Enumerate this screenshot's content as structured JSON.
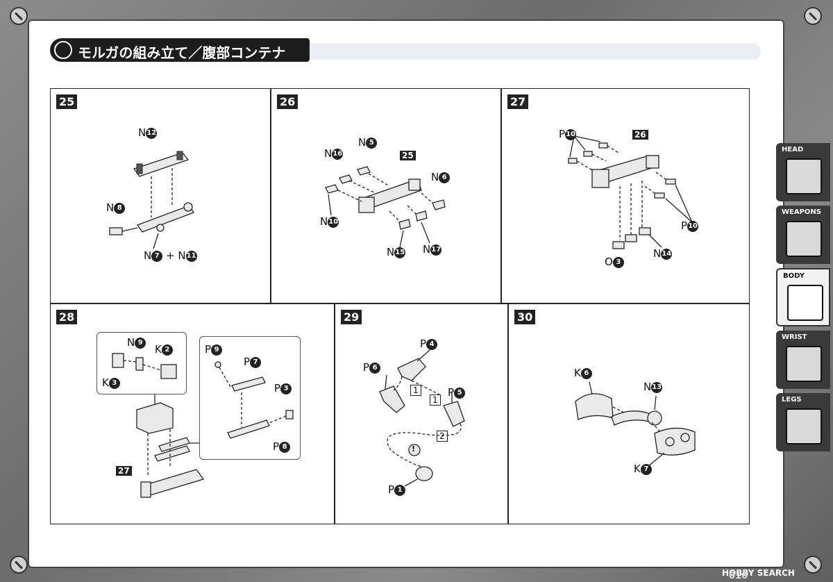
{
  "header": {
    "title": "モルガの組み立て／腹部コンテナ"
  },
  "steps": [
    {
      "num": "25",
      "labels": [
        {
          "prefix": "N",
          "num": "12"
        },
        {
          "prefix": "N",
          "num": "8"
        },
        {
          "prefix": "N",
          "num": "7",
          "plus": "+",
          "prefix2": "N",
          "num2": "11"
        }
      ]
    },
    {
      "num": "26",
      "ref": "25",
      "labels": [
        {
          "prefix": "N",
          "num": "16"
        },
        {
          "prefix": "N",
          "num": "5"
        },
        {
          "prefix": "N",
          "num": "6"
        },
        {
          "prefix": "N",
          "num": "10"
        },
        {
          "prefix": "N",
          "num": "15"
        },
        {
          "prefix": "N",
          "num": "17"
        }
      ]
    },
    {
      "num": "27",
      "ref": "26",
      "labels": [
        {
          "prefix": "P",
          "num": "10"
        },
        {
          "prefix": "P",
          "num": "10"
        },
        {
          "prefix": "O",
          "num": "3"
        },
        {
          "prefix": "N",
          "num": "14"
        }
      ]
    },
    {
      "num": "28",
      "ref": "27",
      "labels": [
        {
          "prefix": "N",
          "num": "9"
        },
        {
          "prefix": "K",
          "num": "2"
        },
        {
          "prefix": "K",
          "num": "3"
        },
        {
          "prefix": "P",
          "num": "9"
        },
        {
          "prefix": "P",
          "num": "7"
        },
        {
          "prefix": "P",
          "num": "3"
        },
        {
          "prefix": "P",
          "num": "8"
        }
      ]
    },
    {
      "num": "29",
      "labels": [
        {
          "prefix": "P",
          "num": "4"
        },
        {
          "prefix": "P",
          "num": "6"
        },
        {
          "prefix": "P",
          "num": "5"
        },
        {
          "prefix": "P",
          "num": "1"
        }
      ],
      "order_marks": [
        "1",
        "1",
        "2"
      ],
      "caution": "!"
    },
    {
      "num": "30",
      "labels": [
        {
          "prefix": "K",
          "num": "6"
        },
        {
          "prefix": "N",
          "num": "13"
        },
        {
          "prefix": "K",
          "num": "7"
        }
      ]
    }
  ],
  "sidebar": {
    "tabs": [
      {
        "label": "HEAD",
        "active": false,
        "icon": "dinosaur-head-icon"
      },
      {
        "label": "WEAPONS",
        "active": false,
        "icon": "weapons-icon"
      },
      {
        "label": "BODY",
        "active": true,
        "icon": "body-icon"
      },
      {
        "label": "WRIST",
        "active": false,
        "icon": "wrist-icon"
      },
      {
        "label": "LEGS",
        "active": false,
        "icon": "legs-gear-icon"
      }
    ]
  },
  "footer": {
    "brand": "HOBBY SEARCH",
    "page": "010"
  }
}
